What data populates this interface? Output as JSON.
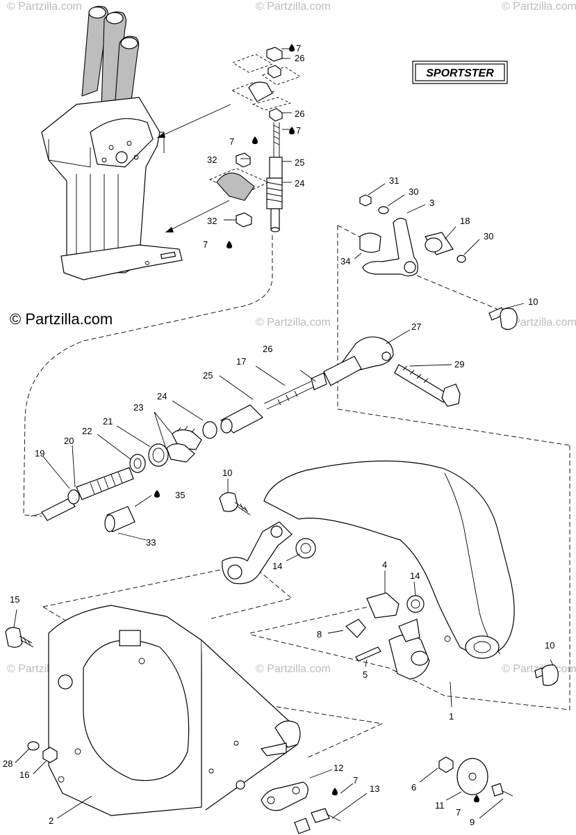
{
  "badge": {
    "text": "SPORTSTER"
  },
  "brand": {
    "text": "© Partzilla.com"
  },
  "watermark": {
    "text": "© Partzilla.com"
  },
  "callouts": [
    {
      "id": "c7a",
      "label": "7"
    },
    {
      "id": "c26a",
      "label": "26"
    },
    {
      "id": "c26b",
      "label": "26"
    },
    {
      "id": "c7b",
      "label": "7"
    },
    {
      "id": "c7c",
      "label": "7"
    },
    {
      "id": "c32a",
      "label": "32"
    },
    {
      "id": "c25a",
      "label": "25"
    },
    {
      "id": "c24a",
      "label": "24"
    },
    {
      "id": "c32b",
      "label": "32"
    },
    {
      "id": "c7d",
      "label": "7"
    },
    {
      "id": "c31",
      "label": "31"
    },
    {
      "id": "c30a",
      "label": "30"
    },
    {
      "id": "c3",
      "label": "3"
    },
    {
      "id": "c18",
      "label": "18"
    },
    {
      "id": "c30b",
      "label": "30"
    },
    {
      "id": "c34",
      "label": "34"
    },
    {
      "id": "c10a",
      "label": "10"
    },
    {
      "id": "c27",
      "label": "27"
    },
    {
      "id": "c26c",
      "label": "26"
    },
    {
      "id": "c29",
      "label": "29"
    },
    {
      "id": "c17",
      "label": "17"
    },
    {
      "id": "c25b",
      "label": "25"
    },
    {
      "id": "c24b",
      "label": "24"
    },
    {
      "id": "c23",
      "label": "23"
    },
    {
      "id": "c21",
      "label": "21"
    },
    {
      "id": "c22",
      "label": "22"
    },
    {
      "id": "c20",
      "label": "20"
    },
    {
      "id": "c19",
      "label": "19"
    },
    {
      "id": "c35",
      "label": "35"
    },
    {
      "id": "c33",
      "label": "33"
    },
    {
      "id": "c10b",
      "label": "10"
    },
    {
      "id": "c14a",
      "label": "14"
    },
    {
      "id": "c4",
      "label": "4"
    },
    {
      "id": "c14b",
      "label": "14"
    },
    {
      "id": "c8",
      "label": "8"
    },
    {
      "id": "c5",
      "label": "5"
    },
    {
      "id": "c10c",
      "label": "10"
    },
    {
      "id": "c1",
      "label": "1"
    },
    {
      "id": "c15",
      "label": "15"
    },
    {
      "id": "c28",
      "label": "28"
    },
    {
      "id": "c16",
      "label": "16"
    },
    {
      "id": "c2",
      "label": "2"
    },
    {
      "id": "c12",
      "label": "12"
    },
    {
      "id": "c7e",
      "label": "7"
    },
    {
      "id": "c13",
      "label": "13"
    },
    {
      "id": "c6",
      "label": "6"
    },
    {
      "id": "c11",
      "label": "11"
    },
    {
      "id": "c7f",
      "label": "7"
    },
    {
      "id": "c9",
      "label": "9"
    }
  ]
}
